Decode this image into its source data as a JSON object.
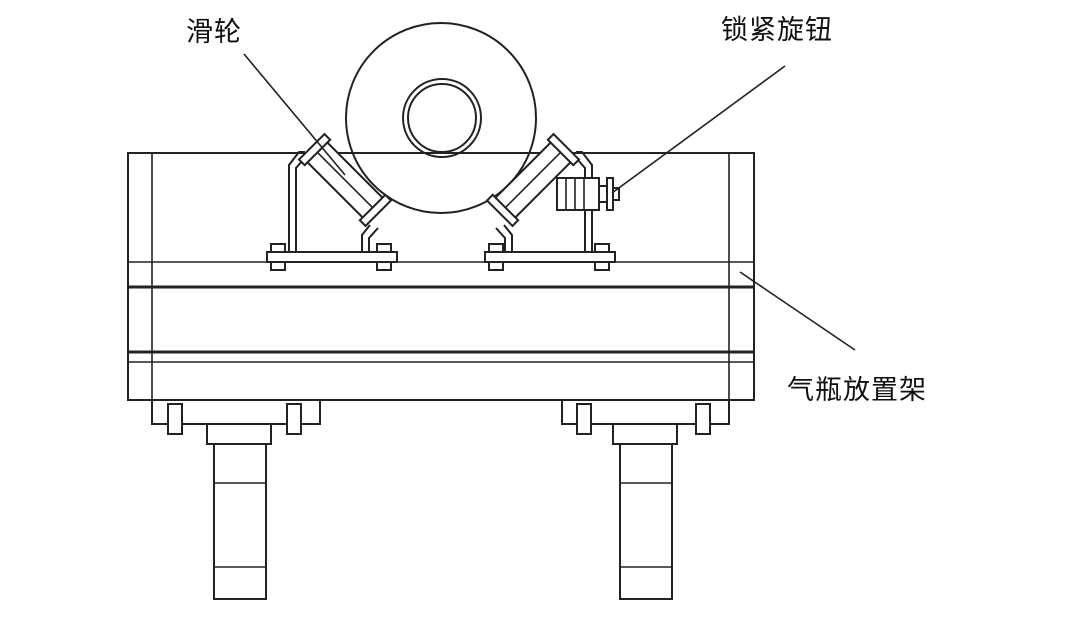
{
  "labels": {
    "pulley": "滑轮",
    "locking_knob": "锁紧旋钮",
    "cylinder_rack": "气瓶放置架"
  },
  "colors": {
    "line": "#222222",
    "background": "#ffffff"
  }
}
